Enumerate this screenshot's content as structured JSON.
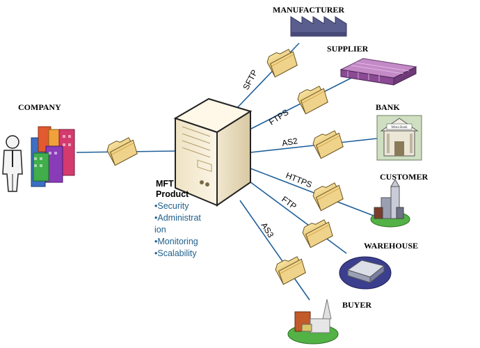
{
  "center": {
    "title_line1": "MFT",
    "title_line2": "Product",
    "features": [
      "•Security",
      "•Administrat",
      "ion",
      "•Monitoring",
      "•Scalability"
    ]
  },
  "company": {
    "label": "COMPANY"
  },
  "nodes": {
    "manufacturer": {
      "label": "MANUFACTURER",
      "protocol": "SFTP"
    },
    "supplier": {
      "label": "SUPPLIER",
      "protocol": "FTPS"
    },
    "bank": {
      "label": "BANK",
      "protocol": "AS2",
      "sign": "Mista Bank"
    },
    "customer": {
      "label": "CUSTOMER",
      "protocol": "HTTPS"
    },
    "warehouse": {
      "label": "WAREHOUSE",
      "protocol": "FTP"
    },
    "buyer": {
      "label": "BUYER",
      "protocol": "AS3"
    }
  },
  "colors": {
    "line": "#1f5f99",
    "folder": "#e8c66a",
    "folder_dark": "#b99233",
    "feature_text": "#1f5f8b"
  }
}
